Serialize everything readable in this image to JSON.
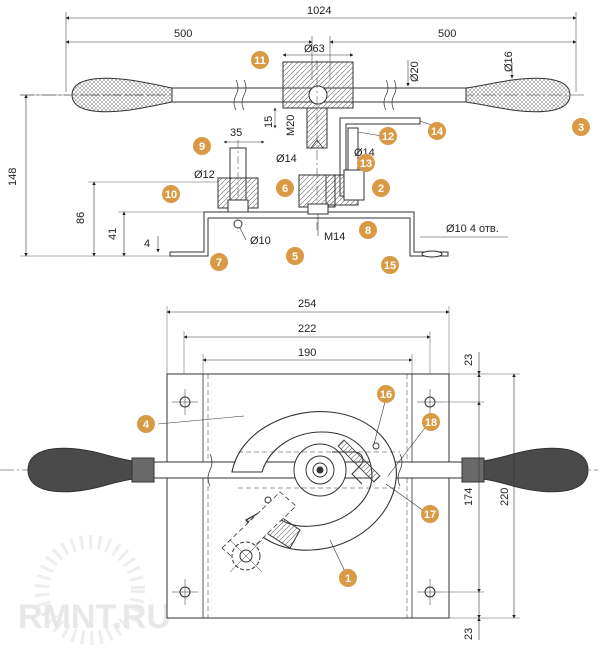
{
  "top_view": {
    "dims": {
      "overall_length": "1024",
      "left_half": "500",
      "right_half": "500",
      "hub_diameter": "Ø63",
      "rod_diameter": "Ø20",
      "grip_diameter": "Ø16",
      "thread_m20": "M20",
      "small_gap": "15",
      "offset_35": "35",
      "pin_d14_left": "Ø14",
      "pin_d14_right": "Ø14",
      "d12": "Ø12",
      "height_148": "148",
      "height_86": "86",
      "height_41": "41",
      "height_4": "4",
      "d10": "Ø10",
      "m14": "M14",
      "holes_note": "Ø10 4 отв."
    },
    "callouts": [
      "11",
      "3",
      "9",
      "14",
      "12",
      "13",
      "6",
      "2",
      "10",
      "8",
      "7",
      "5",
      "15"
    ]
  },
  "plan_view": {
    "dims": {
      "width_254": "254",
      "width_222": "222",
      "width_190": "190",
      "top_margin_23": "23",
      "hole_pitch_174": "174",
      "height_220": "220",
      "bottom_margin_23": "23"
    },
    "callouts": [
      "4",
      "16",
      "18",
      "17",
      "1"
    ]
  },
  "watermark": "RMNT.RU",
  "colors": {
    "callout_fill": "#d99a46",
    "line": "#333333",
    "handle_fill": "#4a4a4a"
  }
}
